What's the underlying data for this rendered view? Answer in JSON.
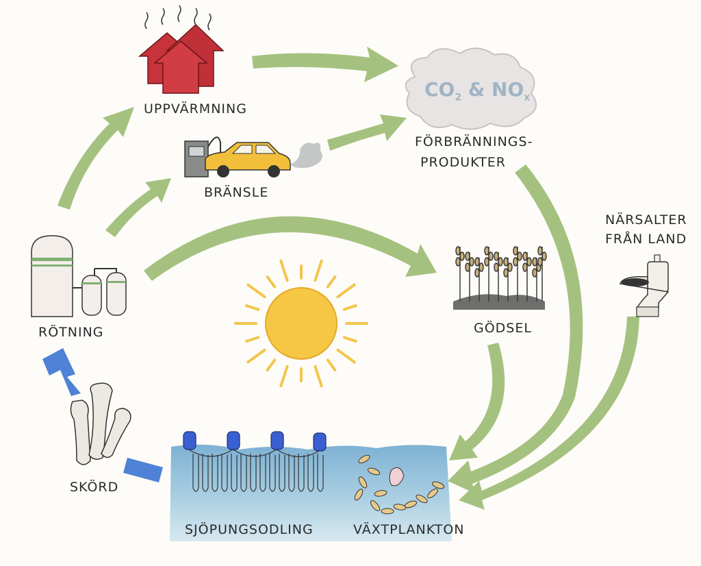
{
  "labels": {
    "uppvarmning": "UPPVÄRMNING",
    "bransle": "BRÄNSLE",
    "forbranning_line1": "FÖRBRÄNNINGS-",
    "forbranning_line2": "PRODUKTER",
    "narsalter_line1": "NÄRSALTER",
    "narsalter_line2": "FRÅN LAND",
    "rotning": "RÖTNING",
    "godsel": "GÖDSEL",
    "skord": "SKÖRD",
    "sjopungsodling": "SJÖPUNGSODLING",
    "vaxtplankton": "VÄXTPLANKTON"
  },
  "cloud": {
    "co": "CO",
    "co_sub": "2",
    "amp": " & ",
    "no": "NO",
    "no_sub": "x"
  },
  "colors": {
    "arrow_green": "#a5c17f",
    "arrow_blue": "#4f82d6",
    "house_red": "#c7333a",
    "sun": "#f6c744",
    "water": "#8fbfd8",
    "car": "#f2bf3a",
    "cloud": "#e8e4e4"
  },
  "icons": [
    "houses-icon",
    "car-icon",
    "fuel-pump-icon",
    "cloud-icon",
    "sun-icon",
    "digester-icon",
    "wheat-field-icon",
    "toilet-icon",
    "tunicate-harvest-icon",
    "buoy-icon",
    "plankton-icon"
  ]
}
